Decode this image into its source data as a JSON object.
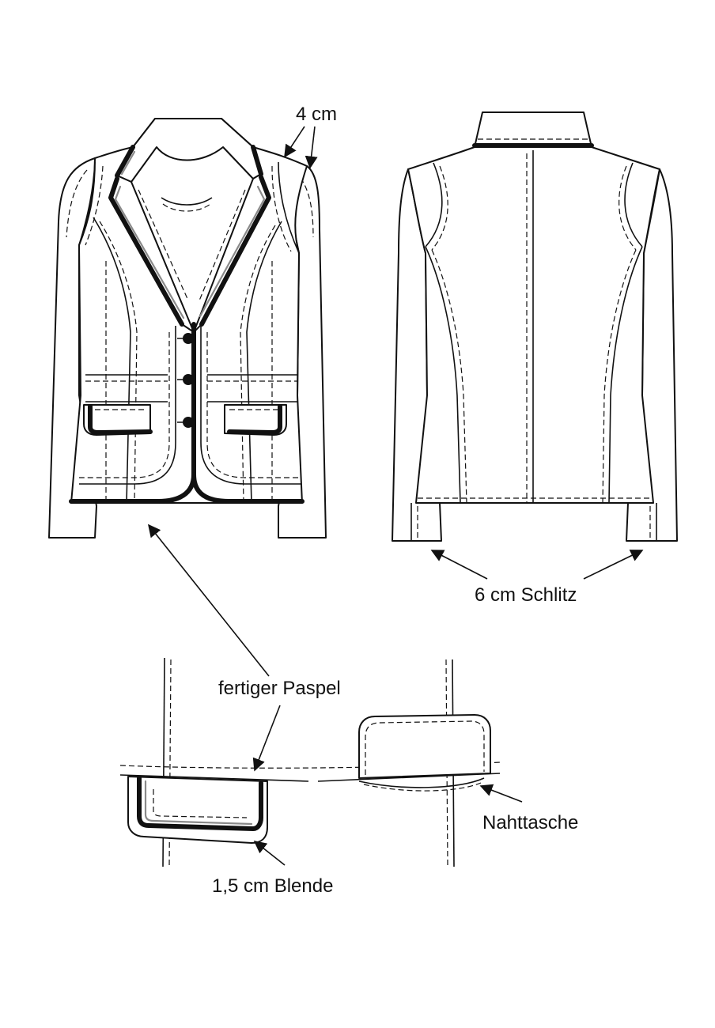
{
  "labels": {
    "collar_width": "4 cm",
    "vent": "6 cm Schlitz",
    "piping": "fertiger Paspel",
    "seam_pocket": "Nahttasche",
    "facing": "1,5 cm Blende"
  },
  "colors": {
    "line": "#111111",
    "piping": "#333333",
    "paper": "#ffffff"
  }
}
